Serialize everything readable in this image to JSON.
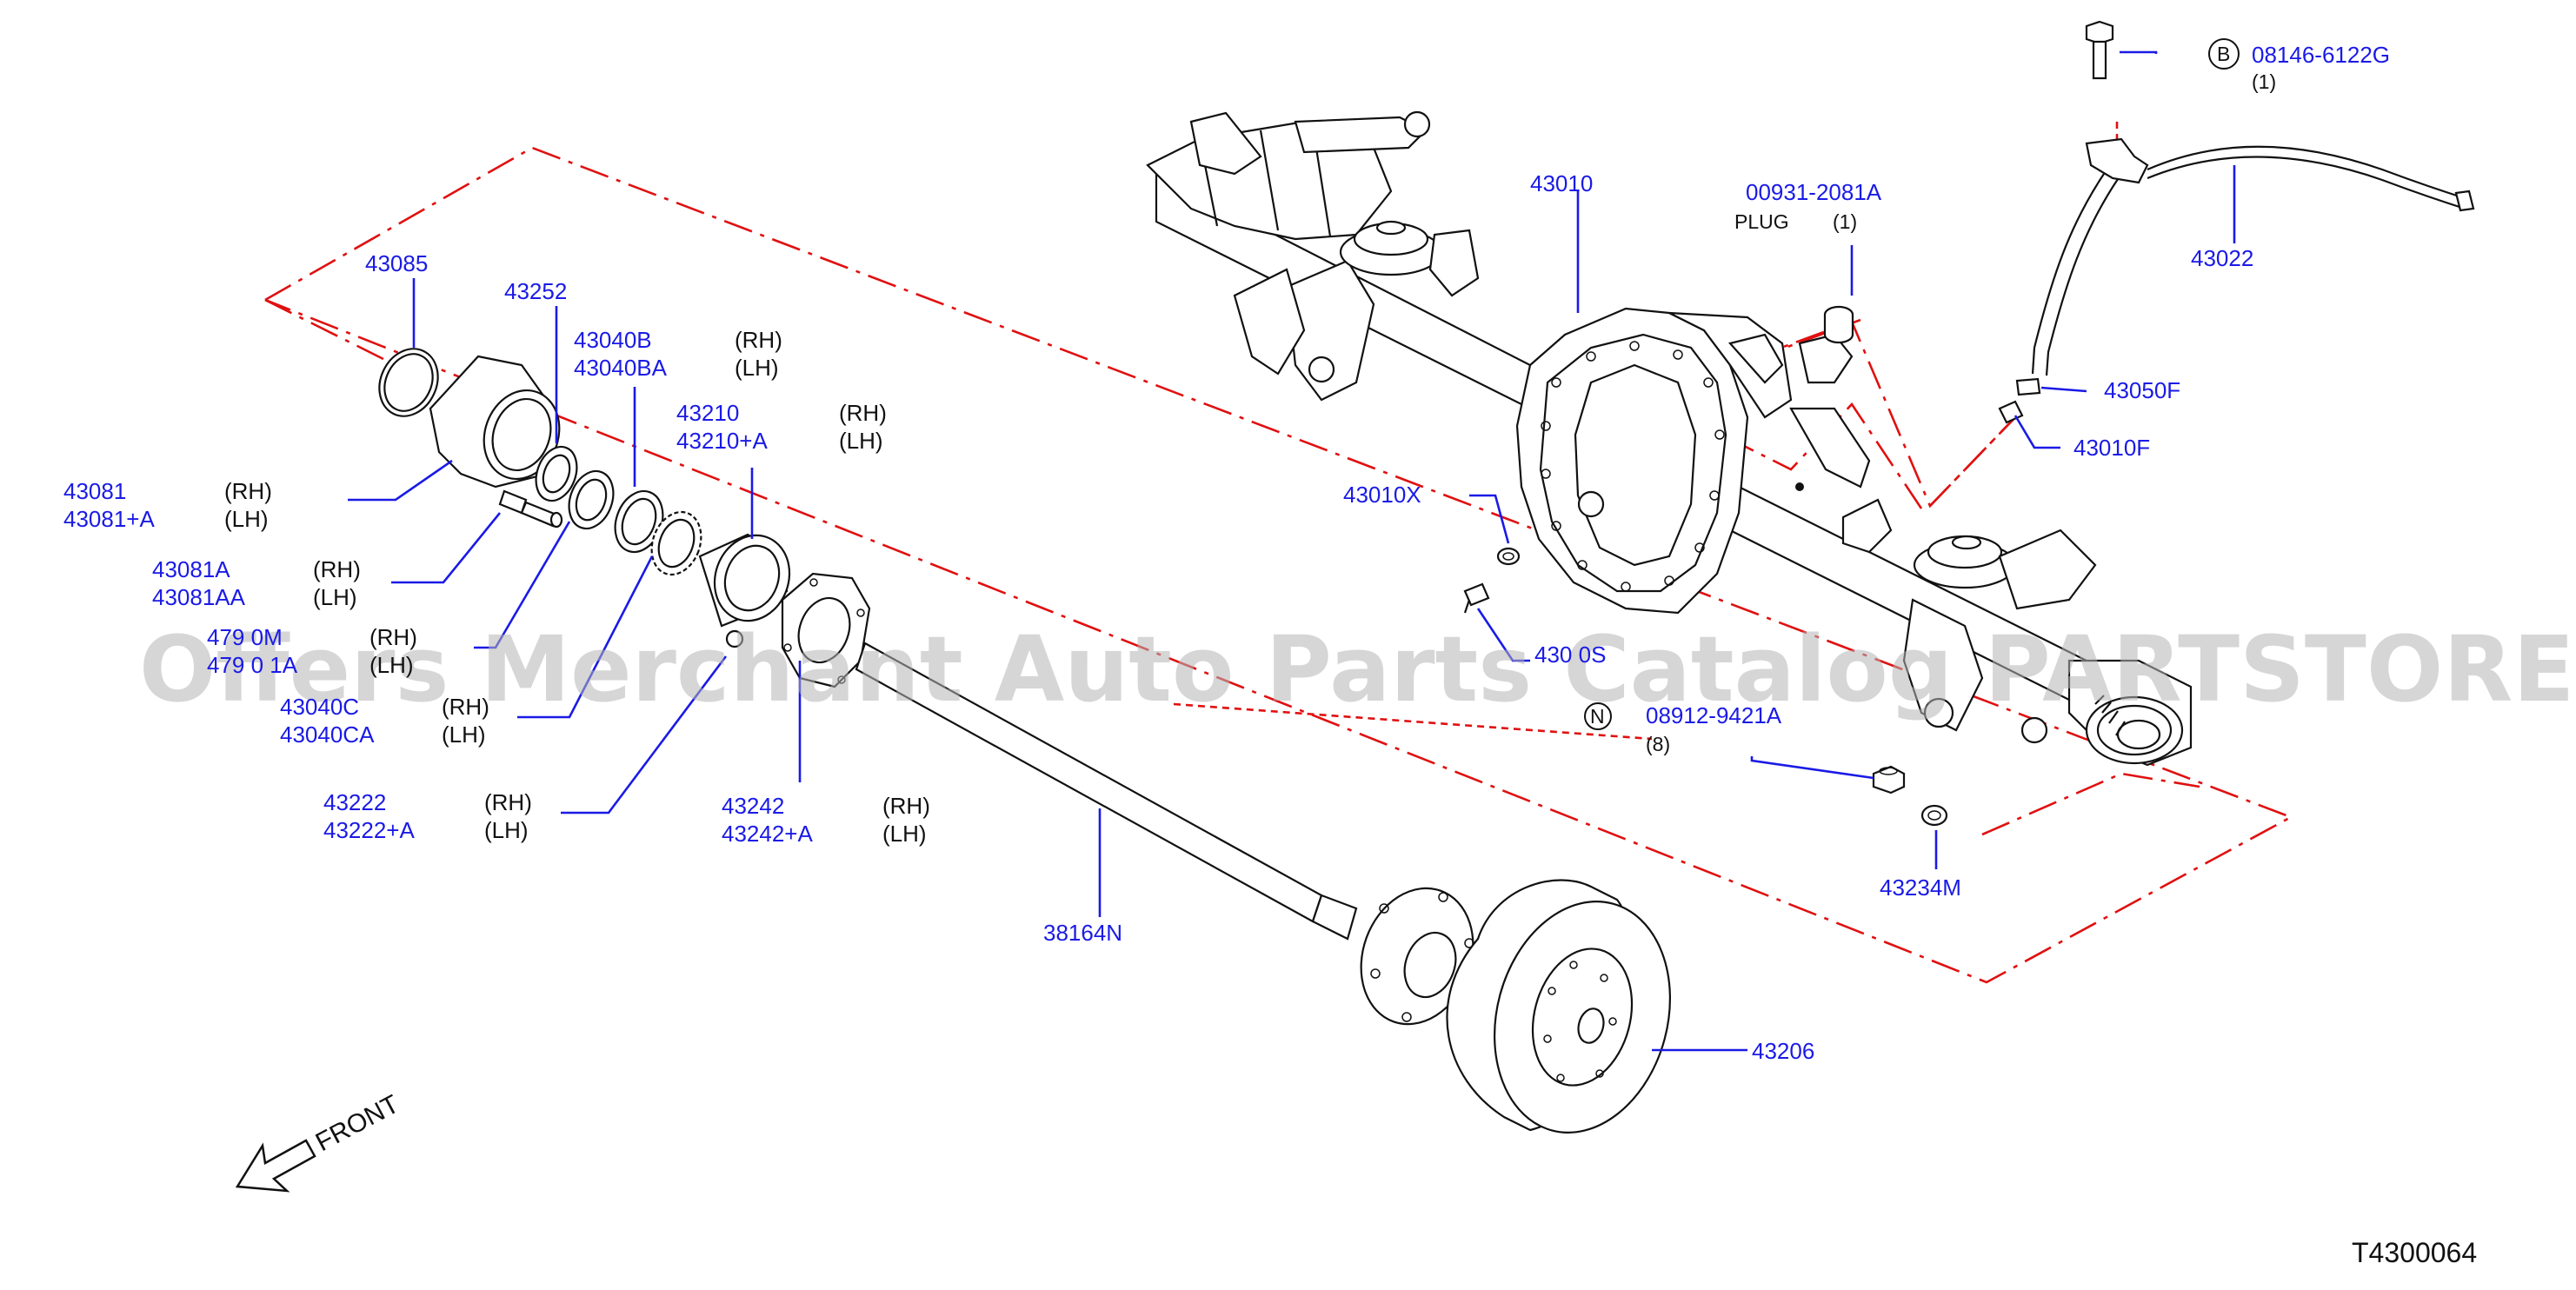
{
  "diagram_code": "T4300064",
  "front_label": "FRONT",
  "watermark": "Offers Merchant Auto Parts Catalog PARTSTORE.SA",
  "callouts": {
    "p43085": "43085",
    "p43252": "43252",
    "p43040B": "43040B",
    "p43040BA": "43040BA",
    "p43210": "43210",
    "p43210A": "43210+A",
    "p43081": "43081",
    "p43081A_plus": "43081+A",
    "p43081A": "43081A",
    "p43081AA": "43081AA",
    "p47910M": "479 0M",
    "p47910MA": "479 0 1A",
    "p43040C": "43040C",
    "p43040CA": "43040CA",
    "p43222": "43222",
    "p43222A": "43222+A",
    "p43242": "43242",
    "p43242A": "43242+A",
    "p38164N": "38164N",
    "p43206": "43206",
    "p43010": "43010",
    "p00931": "00931-2081A",
    "plug": "PLUG",
    "plug_qty": "(1)",
    "p43010X": "43010X",
    "p43010S": "430 0S",
    "p08912": "08912-9421A",
    "qty8": "(8)",
    "p43234M": "43234M",
    "p08146": "08146-6122G",
    "qty1": "(1)",
    "p43022": "43022",
    "p43050F": "43050F",
    "p43010F": "43010F",
    "rh": "(RH)",
    "lh": "(LH)",
    "symbol_b": "B",
    "symbol_n": "N"
  }
}
